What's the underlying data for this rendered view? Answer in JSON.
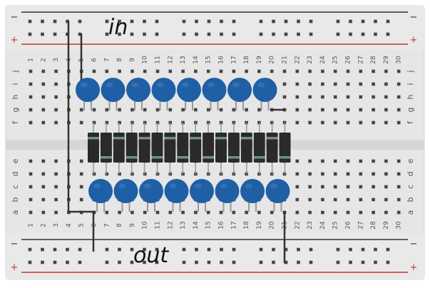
{
  "breadboard": {
    "columns": [
      "1",
      "2",
      "3",
      "4",
      "5",
      "6",
      "7",
      "8",
      "9",
      "10",
      "11",
      "12",
      "13",
      "14",
      "15",
      "16",
      "17",
      "18",
      "19",
      "20",
      "21",
      "22",
      "23",
      "24",
      "25",
      "26",
      "27",
      "28",
      "29",
      "30"
    ],
    "top_rows": [
      "j",
      "i",
      "h",
      "g",
      "f"
    ],
    "bottom_rows": [
      "e",
      "d",
      "c",
      "b",
      "a"
    ],
    "rail_minus_label": "−",
    "rail_plus_label": "+"
  },
  "annotations": {
    "input_label": "in",
    "output_label": "out"
  },
  "components": {
    "capacitor_count_top": 8,
    "capacitor_count_bottom": 8,
    "diode_count": 16,
    "capacitor_color": "#1f5fa5",
    "diode_color": "#2a2a2a",
    "board_color": "#e6e6e6",
    "rail_plus_color": "#c0392b",
    "rail_minus_color": "#333333"
  }
}
